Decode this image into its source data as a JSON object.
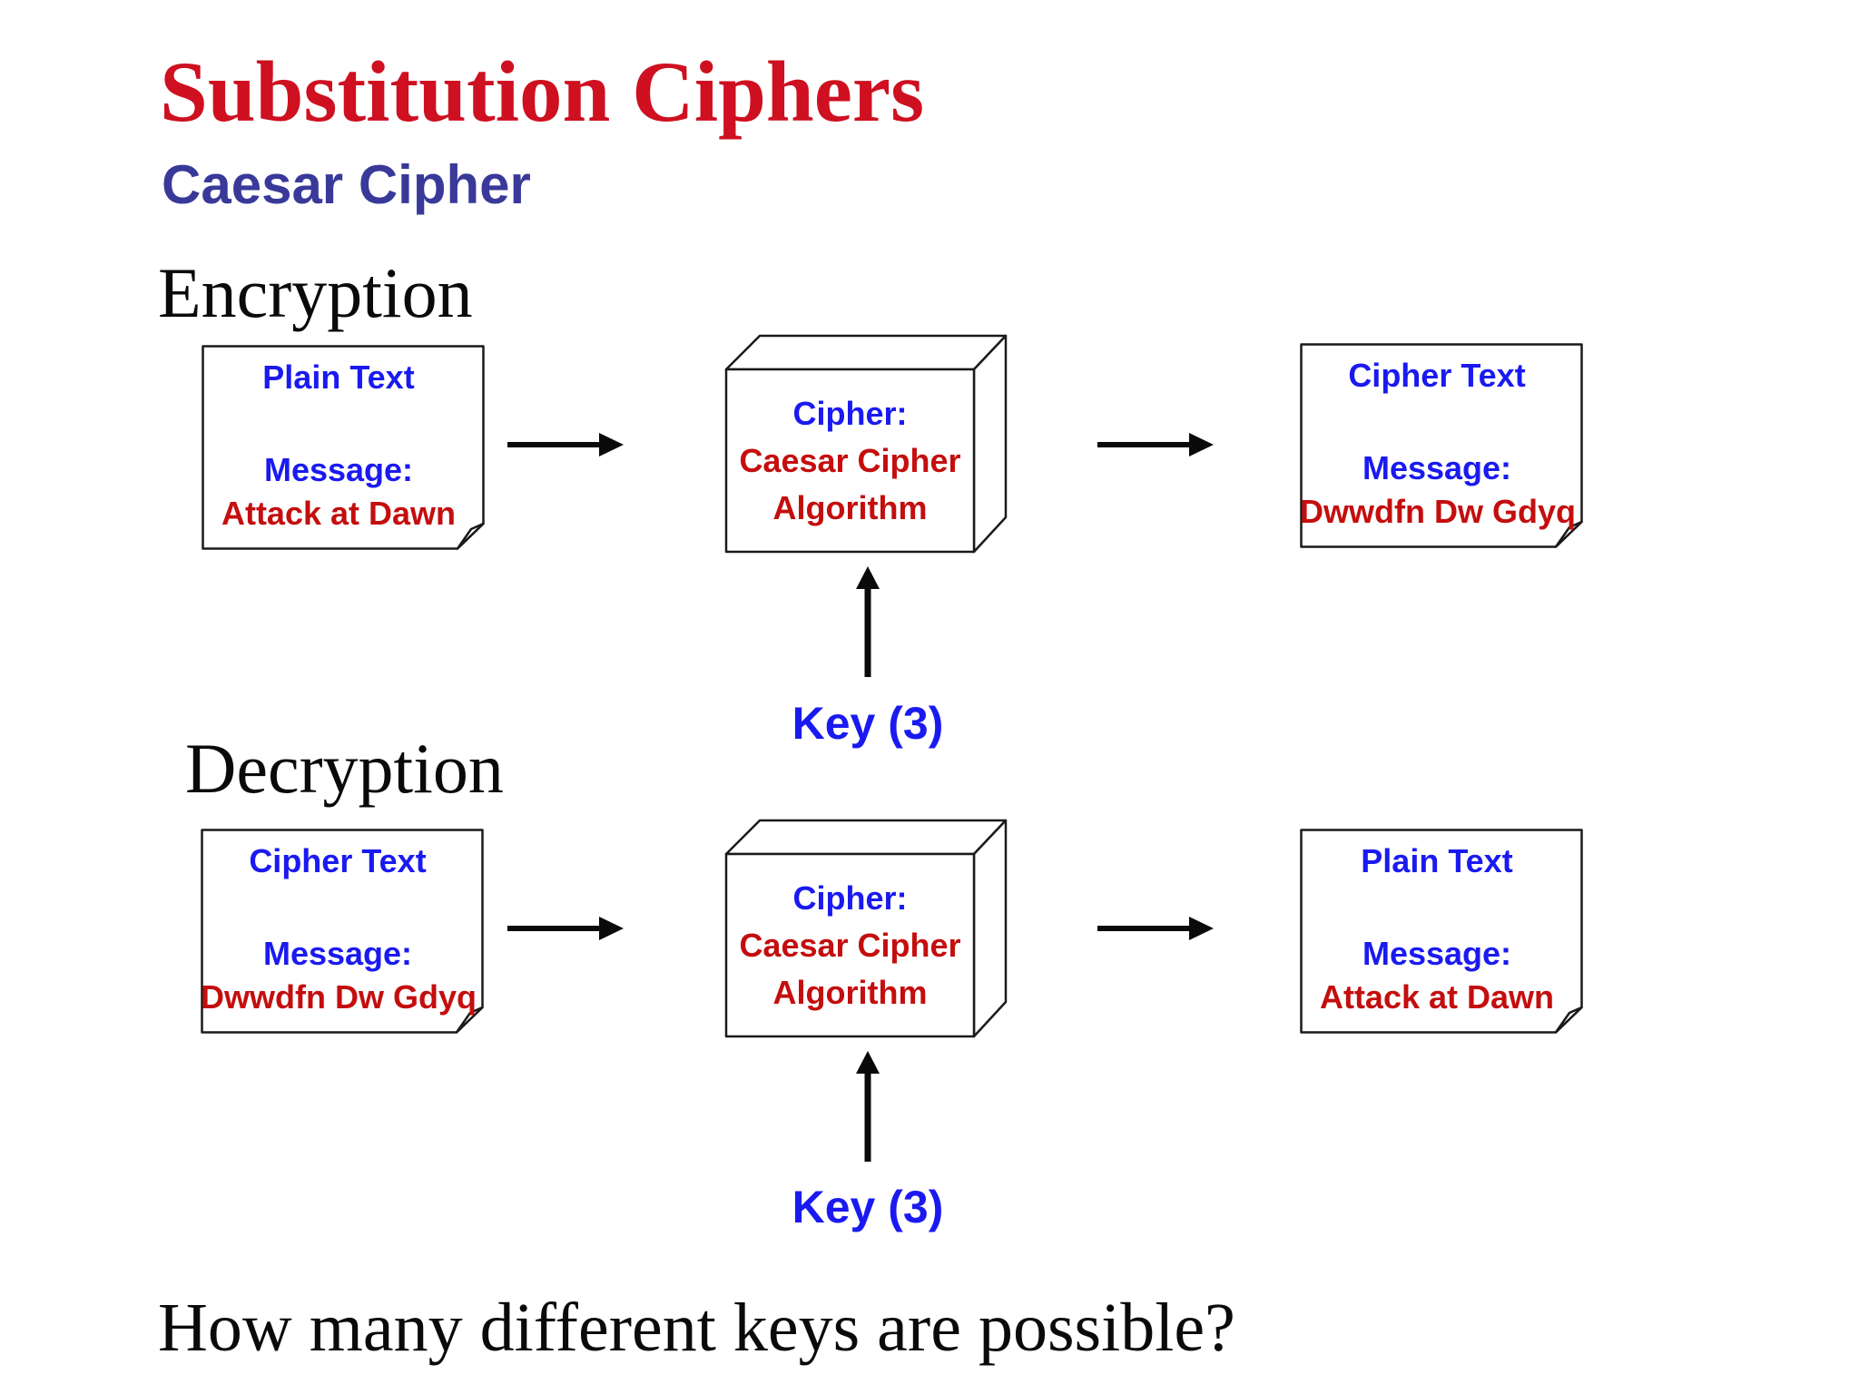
{
  "slide": {
    "title": "Substitution Ciphers",
    "subtitle": "Caesar Cipher",
    "question": "How many different keys are possible?"
  },
  "colors": {
    "title_red": "#ce1020",
    "subtitle_blue": "#39399a",
    "label_blue": "#1a1af0",
    "message_red": "#c40e0e",
    "heading_black": "#0a0a0a"
  },
  "encryption": {
    "heading": "Encryption",
    "input_doc": {
      "title": "Plain Text",
      "label": "Message:",
      "message": "Attack at Dawn"
    },
    "cipher_box": {
      "line1": "Cipher:",
      "line2": "Caesar Cipher",
      "line3": "Algorithm"
    },
    "output_doc": {
      "title": "Cipher Text",
      "label": "Message:",
      "message": "Dwwdfn Dw Gdyq"
    },
    "key_label": "Key (3)"
  },
  "decryption": {
    "heading": "Decryption",
    "input_doc": {
      "title": "Cipher Text",
      "label": "Message:",
      "message": "Dwwdfn Dw Gdyq"
    },
    "cipher_box": {
      "line1": "Cipher:",
      "line2": "Caesar Cipher",
      "line3": "Algorithm"
    },
    "output_doc": {
      "title": "Plain Text",
      "label": "Message:",
      "message": "Attack at Dawn"
    },
    "key_label": "Key (3)"
  }
}
